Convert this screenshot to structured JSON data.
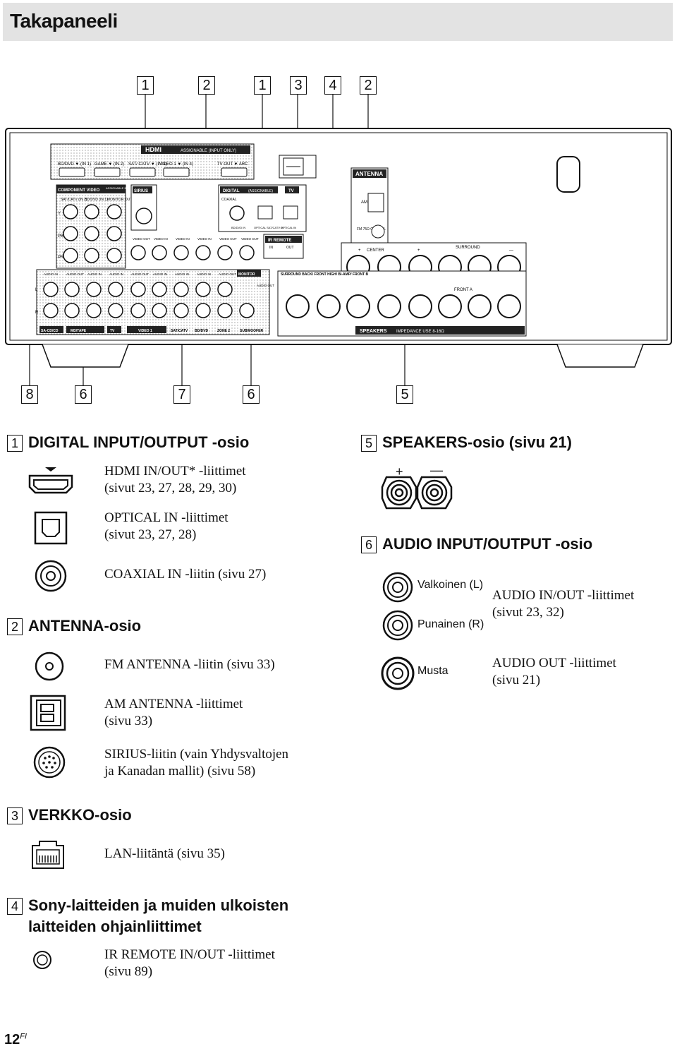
{
  "page": {
    "title": "Takapaneeli",
    "page_number": "12",
    "page_suffix": "FI"
  },
  "callouts_top": [
    "1",
    "2",
    "1",
    "3",
    "4",
    "2"
  ],
  "callouts_bottom": [
    "8",
    "6",
    "7",
    "6",
    "5"
  ],
  "panel": {
    "hdmi": "HDMI",
    "assignable_input_only": "ASSIGNABLE (INPUT ONLY)",
    "hdmi_ports": [
      "BD/DVD ▼ (IN 1)",
      "GAME ▼ (IN 2)",
      "SAT/ CATV ▼ (IN 3)",
      "VIDEO 1 ▼ (IN 4)",
      "TV OUT ▼ ARC"
    ],
    "antenna": "ANTENNA",
    "am": "AM",
    "fm_coaxial": "FM 75Ω COAXIAL",
    "component_video": "COMPONENT VIDEO",
    "assignable_input_only_small": "ASSIGNABLE INPUT ONLY",
    "component_cols": [
      "SAT/CATV (IN 2)",
      "BD/DVD (IN 1)",
      "MONITOR OUT"
    ],
    "component_rows": [
      "Y",
      "PB",
      "PR"
    ],
    "sirius": "SIRIUS",
    "digital": "DIGITAL",
    "assignable": "(ASSIGNABLE)",
    "coaxial": "COAXIAL",
    "tv": "TV",
    "bd_dvd_in": "BD/DVD IN",
    "optical_sat_catv_in": "OPTICAL SAT/CATV IN",
    "optical_in": "OPTICAL IN",
    "ir_remote": "IR REMOTE",
    "ir_in": "IN",
    "ir_out": "OUT",
    "center": "CENTER",
    "surround": "SURROUND",
    "front_a": "FRONT A",
    "surround_back": "SURROUND BACK/ FRONT HIGH/ BI-AMP/ FRONT B",
    "monitor": "MONITOR",
    "audio_out": "AUDIO OUT",
    "speakers": "SPEAKERS",
    "impedance": "IMPEDANCE USE 8-16Ω",
    "video_labels": [
      "VIDEO OUT",
      "VIDEO IN",
      "VIDEO IN",
      "VIDEO IN",
      "VIDEO OUT",
      "VIDEO OUT"
    ],
    "audio_labels": [
      "AUDIO IN",
      "AUDIO OUT",
      "AUDIO IN",
      "AUDIO IN",
      "AUDIO OUT",
      "AUDIO IN",
      "AUDIO IN",
      "AUDIO IN",
      "AUDIO OUT"
    ],
    "bottom_labels": [
      "SA-CD/CD",
      "MD/TAPE",
      "TV",
      "VIDEO 1",
      "SAT/CATV",
      "BD/DVD",
      "ZONE 2",
      "SUBWOOFER"
    ],
    "lr": [
      "L",
      "R"
    ],
    "plus": "+",
    "minus": "—"
  },
  "sections": {
    "s1": {
      "num": "1",
      "title": "DIGITAL INPUT/OUTPUT -osio"
    },
    "s2": {
      "num": "2",
      "title": "ANTENNA-osio"
    },
    "s3": {
      "num": "3",
      "title": "VERKKO-osio"
    },
    "s4": {
      "num": "4",
      "title_line1": "Sony-laitteiden ja muiden ulkoisten",
      "title_line2": "laitteiden ohjainliittimet"
    },
    "s5": {
      "num": "5",
      "title": "SPEAKERS-osio (sivu 21)"
    },
    "s6": {
      "num": "6",
      "title": "AUDIO INPUT/OUTPUT -osio"
    }
  },
  "items": {
    "hdmi": {
      "line1": "HDMI IN/OUT* -liittimet",
      "line2": "(sivut 23, 27, 28, 29, 30)"
    },
    "optical": {
      "line1": "OPTICAL IN -liittimet",
      "line2": "(sivut 23, 27, 28)"
    },
    "coaxial": {
      "line1": "COAXIAL IN -liitin (sivu 27)"
    },
    "fm": {
      "line1": "FM ANTENNA -liitin (sivu 33)"
    },
    "am": {
      "line1": "AM ANTENNA -liittimet",
      "line2": "(sivu 33)"
    },
    "sirius": {
      "line1": "SIRIUS-liitin (vain Yhdysvaltojen",
      "line2": "ja Kanadan mallit) (sivu 58)"
    },
    "lan": {
      "line1": "LAN-liitäntä (sivu 35)"
    },
    "ir": {
      "line1": "IR REMOTE IN/OUT -liittimet",
      "line2": "(sivu 89)"
    },
    "speaker_plus": "+",
    "speaker_minus": "—",
    "white_l": "Valkoinen (L)",
    "red_r": "Punainen (R)",
    "black": "Musta",
    "audio_io": {
      "line1": "AUDIO IN/OUT -liittimet",
      "line2": "(sivut 23, 32)"
    },
    "audio_out": {
      "line1": "AUDIO OUT -liittimet",
      "line2": "(sivu 21)"
    }
  }
}
